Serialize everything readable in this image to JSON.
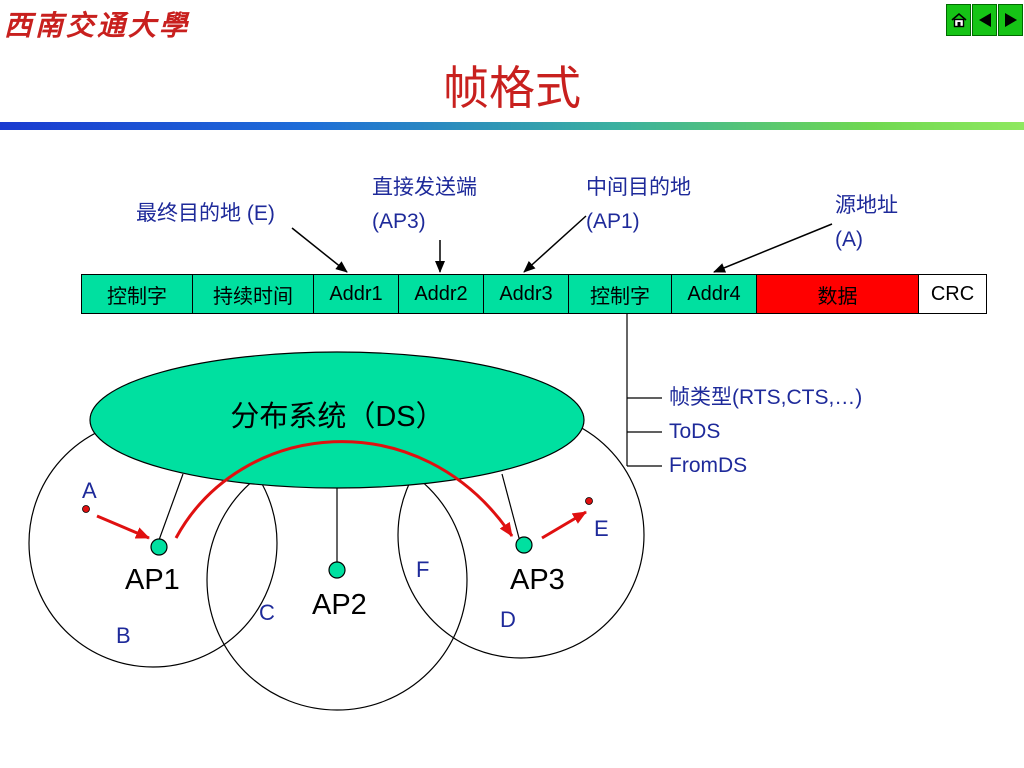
{
  "header": {
    "logo_text": "西南交通大學",
    "title": "帧格式"
  },
  "nav": {
    "home_icon": "home-icon",
    "prev_icon": "triangle-left-icon",
    "next_icon": "triangle-right-icon"
  },
  "colors": {
    "ds_fill": "#00e0a0",
    "field_fill": "#00e0a0",
    "data_fill": "#ff0000",
    "arrow_red": "#e01010",
    "label_blue": "#1e2a9a",
    "title_red": "#c8201e"
  },
  "frame_fields": [
    {
      "label": "控制字",
      "color": "field"
    },
    {
      "label": "持续时间",
      "color": "field"
    },
    {
      "label": "Addr1",
      "color": "field"
    },
    {
      "label": "Addr2",
      "color": "field"
    },
    {
      "label": "Addr3",
      "color": "field"
    },
    {
      "label": "控制字",
      "color": "field"
    },
    {
      "label": "Addr4",
      "color": "field"
    },
    {
      "label": "数据",
      "color": "data"
    },
    {
      "label": "CRC",
      "color": "white"
    }
  ],
  "address_labels": {
    "final_dest": "最终目的地 (E)",
    "tx_line1": "直接发送端",
    "tx_line2": "(AP3)",
    "mid_line1": "中间目的地",
    "mid_line2": "(AP1)",
    "src_line1": "源地址",
    "src_line2": "(A)"
  },
  "control_fields": [
    "帧类型(RTS,CTS,…)",
    "ToDS",
    "FromDS"
  ],
  "ds_label": "分布系统（DS）",
  "access_points": [
    "AP1",
    "AP2",
    "AP3"
  ],
  "stations": [
    "A",
    "B",
    "C",
    "D",
    "E",
    "F"
  ]
}
